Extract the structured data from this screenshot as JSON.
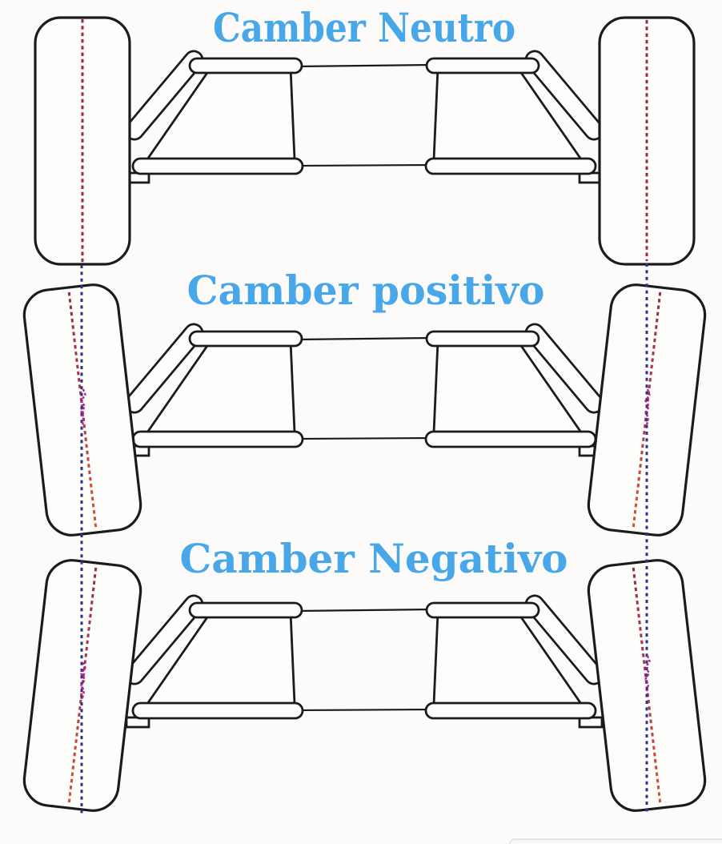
{
  "page": {
    "background": "#fcfbfa",
    "description": "Diagram comparing wheel camber angles on a vehicle axle seen from the front"
  },
  "colors": {
    "title_blue": "#47a7e8",
    "outline_black": "#1b1b1b",
    "axis_red": "#9c2b44",
    "axis_red_mid": "#b03550",
    "axis_red_bottom": "#d2572b",
    "vertical_blue": "#2d3189",
    "crossing_magenta": "#b5258f",
    "page_bg": "#fcfbfa"
  },
  "panels": [
    {
      "id": "neutro",
      "title": "Camber Neutro",
      "left_wheel_tilt_deg": 0,
      "right_wheel_tilt_deg": 0
    },
    {
      "id": "positivo",
      "title": "Camber positivo",
      "left_wheel_tilt_deg": -6.5,
      "right_wheel_tilt_deg": 6.5
    },
    {
      "id": "negativo",
      "title": "Camber Negativo",
      "left_wheel_tilt_deg": 6.5,
      "right_wheel_tilt_deg": -6.5
    }
  ]
}
